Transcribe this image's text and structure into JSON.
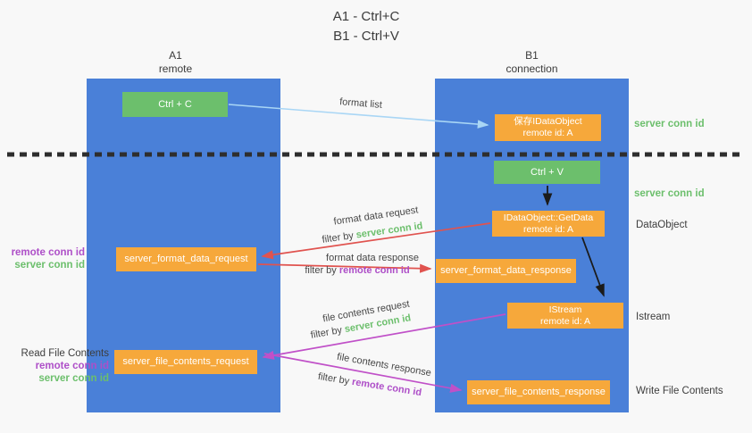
{
  "title": {
    "line1": "A1 - Ctrl+C",
    "line2": "B1 - Ctrl+V"
  },
  "lifeline_a": {
    "name": "A1",
    "role": "remote"
  },
  "lifeline_b": {
    "name": "B1",
    "role": "connection"
  },
  "boxes": {
    "ctrl_c": {
      "label": "Ctrl + C"
    },
    "save_dataobject": {
      "line1": "保存IDataObject",
      "line2": "remote id: A"
    },
    "ctrl_v": {
      "label": "Ctrl + V"
    },
    "getdata": {
      "line1": "IDataObject::GetData",
      "line2": "remote id: A"
    },
    "format_request": {
      "label": "server_format_data_request"
    },
    "format_response": {
      "label": "server_format_data_response"
    },
    "istream": {
      "line1": "IStream",
      "line2": "remote id: A"
    },
    "file_request": {
      "label": "server_file_contents_request"
    },
    "file_response": {
      "label": "server_file_contents_response"
    }
  },
  "arrows": {
    "format_list": {
      "label": "format list"
    },
    "format_data_request": {
      "label": "format data request",
      "filter_prefix": "filter by ",
      "filter_key": "server conn id"
    },
    "format_data_response": {
      "label": "format data response",
      "filter_prefix": "filter by ",
      "filter_key": "remote conn id"
    },
    "file_contents_request": {
      "label": "file contents request",
      "filter_prefix": "filter by ",
      "filter_key": "server conn id"
    },
    "file_contents_response": {
      "label": "file contents response",
      "filter_prefix": "filter by ",
      "filter_key": "remote conn id"
    }
  },
  "side": {
    "server_conn_id_top": "server conn id",
    "server_conn_id_mid": "server conn id",
    "dataobject": "DataObject",
    "istream": "Istream",
    "write_file_contents": "Write File Contents"
  },
  "left_annotations": {
    "group_top": {
      "remote_conn_id": "remote conn id",
      "server_conn_id": "server conn id"
    },
    "group_read": {
      "title": "Read File Contents",
      "remote_conn_id": "remote conn id",
      "server_conn_id": "server conn id"
    }
  },
  "colors": {
    "lifeline_blue": "#4A80D8",
    "action_green": "#6CBF6C",
    "message_orange": "#F6A83B",
    "arrow_red": "#E0534F",
    "arrow_magenta": "#C050C8",
    "arrow_light_blue": "#A9D6F5",
    "arrow_black": "#1b1b1b",
    "text_purple": "#AE4FC8",
    "text_green": "#6CBF6C"
  }
}
